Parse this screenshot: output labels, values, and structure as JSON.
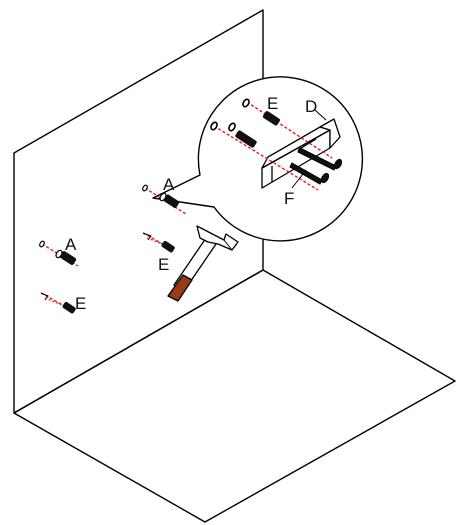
{
  "labels": {
    "anchor_upper": "A",
    "anchor_lower": "A",
    "plug_upper": "E",
    "plug_lower": "E",
    "plug_detail": "E",
    "bracket_detail": "D",
    "screw_detail": "F"
  },
  "colors": {
    "line": "#000000",
    "dash": "#e0201e",
    "handle": "#9a3a1c",
    "background": "#ffffff"
  }
}
